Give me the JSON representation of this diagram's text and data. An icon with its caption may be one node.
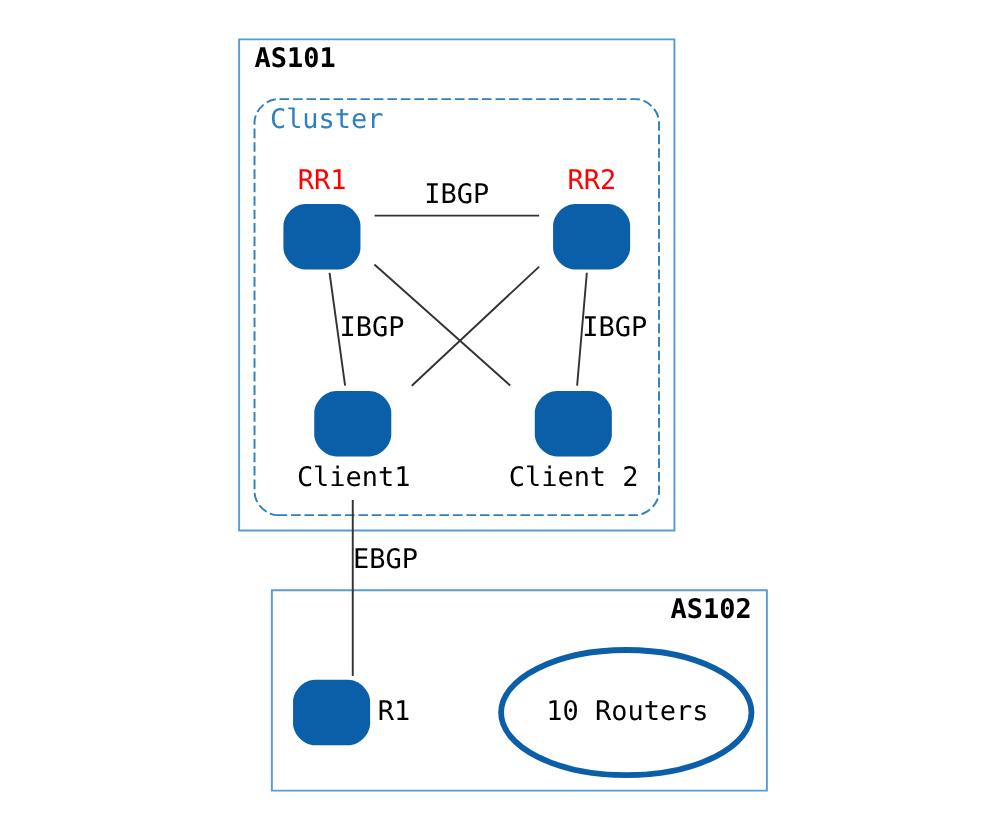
{
  "diagram": {
    "nodes": [
      {
        "text": [
          "AS101"
        ]
      },
      {
        "text": [
          "Cluster"
        ],
        "in": 0
      },
      {
        "text": [
          "RR1"
        ],
        "in": 1
      },
      {
        "text": [
          "RR2"
        ],
        "in": 1
      },
      {
        "text": [
          "Client1"
        ],
        "in": 1
      },
      {
        "text": [
          "Client 2"
        ],
        "in": 1
      },
      {
        "text": [
          "AS102"
        ]
      },
      {
        "text": [
          "10 Routers"
        ],
        "in": 6
      },
      {
        "text": [
          "R1"
        ],
        "in": 6
      }
    ],
    "edges": [
      {
        "from": 2,
        "to": 3,
        "arrow": "none",
        "label": "IBGP"
      },
      {
        "from": 2,
        "to": 4,
        "arrow": "none",
        "label": "IBGP"
      },
      {
        "from": 2,
        "to": 5,
        "arrow": "none"
      },
      {
        "from": 3,
        "to": 4,
        "arrow": "none"
      },
      {
        "from": 3,
        "to": 5,
        "arrow": "none",
        "label": "IBGP"
      },
      {
        "from": 4,
        "to": 8,
        "arrow": "none",
        "label": "EBGP"
      }
    ]
  }
}
